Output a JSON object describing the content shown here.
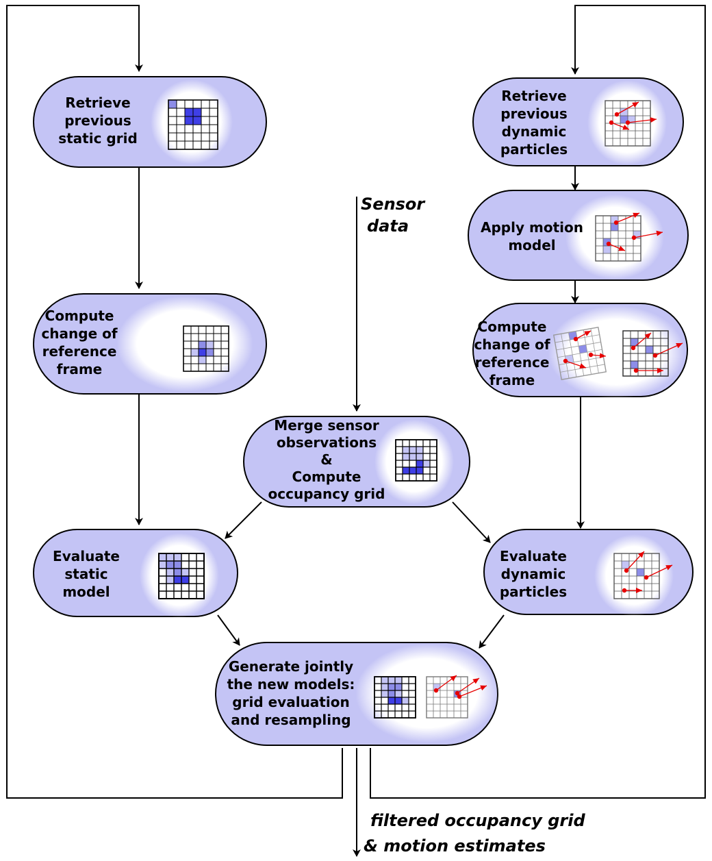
{
  "sensor_input": {
    "line1": "Sensor",
    "line2": "data"
  },
  "output": {
    "line1": "filtered occupancy grid",
    "line2": "& motion estimates"
  },
  "nodes": {
    "retrieve_static": {
      "lines": [
        "Retrieve",
        "previous",
        "static grid"
      ]
    },
    "change_ref_static": {
      "lines": [
        "Compute",
        "change of",
        "reference",
        "frame"
      ]
    },
    "evaluate_static": {
      "lines": [
        "Evaluate",
        "static",
        "model"
      ]
    },
    "retrieve_dynamic": {
      "lines": [
        "Retrieve",
        "previous",
        "dynamic",
        "particles"
      ]
    },
    "apply_motion": {
      "lines": [
        "Apply motion",
        "model"
      ]
    },
    "change_ref_dynamic": {
      "lines": [
        "Compute",
        "change of",
        "reference",
        "frame"
      ]
    },
    "evaluate_dynamic": {
      "lines": [
        "Evaluate",
        "dynamic",
        "particles"
      ]
    },
    "merge_sensor": {
      "lines": [
        "Merge sensor",
        "observations",
        "&",
        "Compute",
        "occupancy grid"
      ]
    },
    "generate_joint": {
      "lines": [
        "Generate jointly",
        "the new models:",
        "grid evaluation",
        "and resampling"
      ]
    }
  },
  "colors": {
    "node_fill": "#c4c4f5",
    "node_stroke": "#000000",
    "cell_light": "#c4c4f5",
    "cell_mid": "#8d8de8",
    "cell_dark": "#3f3fe6",
    "particle": "#e60000",
    "line": "#000000"
  }
}
